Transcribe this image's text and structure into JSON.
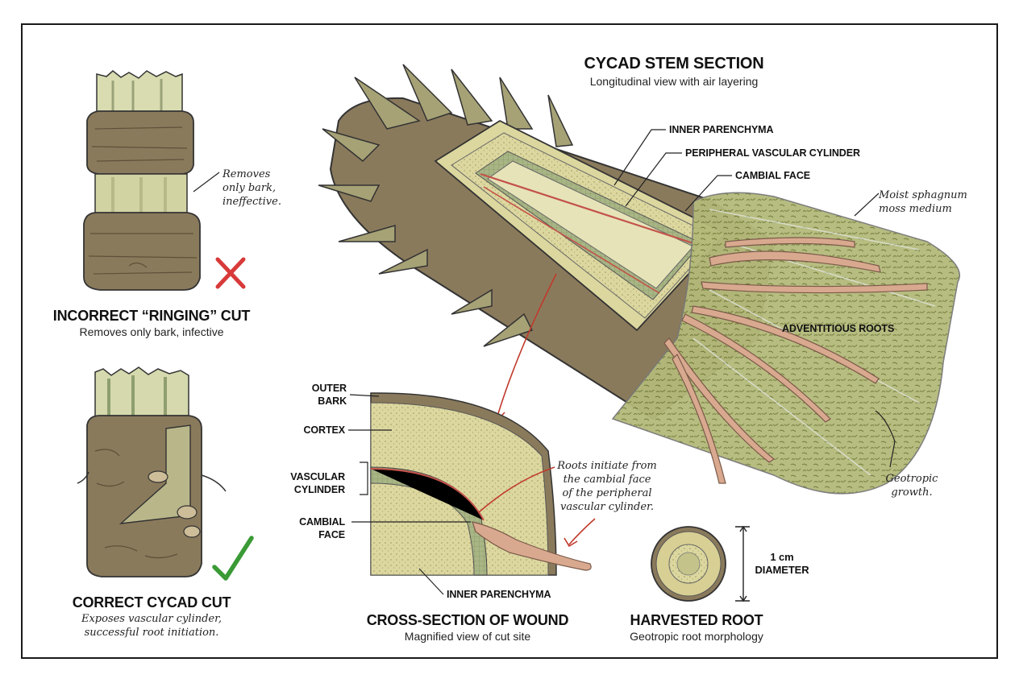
{
  "panels": {
    "incorrect": {
      "title": "INCORRECT “RINGING” CUT",
      "subtitle": "Removes only bark, infective",
      "note": [
        "Removes",
        "only bark,",
        "ineffective."
      ],
      "mark_color": "#d83a3a"
    },
    "correct": {
      "title": "CORRECT CYCAD CUT",
      "subtitle": [
        "Exposes vascular cylinder,",
        "successful root initiation."
      ],
      "mark_color": "#3a9a35"
    },
    "stem": {
      "title": "CYCAD STEM SECTION",
      "subtitle": "Longitudinal view with air layering",
      "labels": {
        "inner_parenchyma": "INNER PARENCHYMA",
        "peripheral_vascular_cylinder": "PERIPHERAL VASCULAR CYLINDER",
        "cambial_face": "CAMBIAL FACE",
        "adventitious_roots": "ADVENTITIOUS ROOTS"
      },
      "notes": {
        "moss": [
          "Moist sphagnum",
          "moss medium"
        ],
        "geotropic": [
          "Geotropic",
          "growth."
        ]
      }
    },
    "cross_section": {
      "title": "CROSS-SECTION OF WOUND",
      "subtitle": "Magnified view of cut site",
      "labels": {
        "outer_bark": [
          "OUTER",
          "BARK"
        ],
        "cortex": "CORTEX",
        "vascular_cylinder": [
          "VASCULAR",
          "CYLINDER"
        ],
        "cambial_face": [
          "CAMBIAL",
          "FACE"
        ],
        "inner_parenchyma": "INNER PARENCHYMA"
      },
      "note": [
        "Roots initiate from",
        "the cambial face",
        "of the peripheral",
        "vascular cylinder."
      ]
    },
    "root": {
      "title": "HARVESTED ROOT",
      "subtitle": "Geotropic root morphology",
      "measure": [
        "1 cm",
        "DIAMETER"
      ]
    }
  },
  "colors": {
    "bark": "#8a7a5c",
    "bark_dark": "#5e5038",
    "parenchyma": "#d9d49c",
    "vascular": "#9fae7a",
    "cambium": "#c4524a",
    "root": "#d9a98f",
    "moss": "#8b9a4a",
    "stem_pale": "#e6e3b8",
    "accent_red": "#c0392b"
  }
}
